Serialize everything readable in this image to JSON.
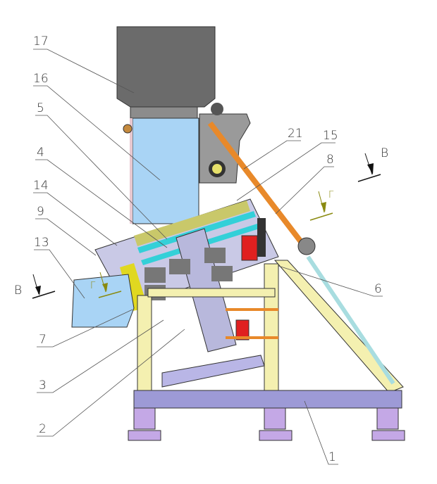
{
  "drawing": {
    "callouts": [
      "17",
      "16",
      "5",
      "4",
      "14",
      "9",
      "13",
      "7",
      "3",
      "2",
      "21",
      "15",
      "8",
      "6",
      "1"
    ],
    "section_marks": {
      "v_left": "В",
      "v_right": "В",
      "g_left": "Г",
      "g_right": "Г"
    }
  },
  "colors": {
    "hopper": "#6b6b6b",
    "chute": "#a9d4f5",
    "frame": "#f4f0b0",
    "base": "#9d9ad6",
    "rod": "#e8892a",
    "strut": "#a8dde0",
    "body": "#c9c9e6",
    "accent_red": "#e02020",
    "accent_cyan": "#33d0d8",
    "section_mark": "#8a8a10"
  }
}
